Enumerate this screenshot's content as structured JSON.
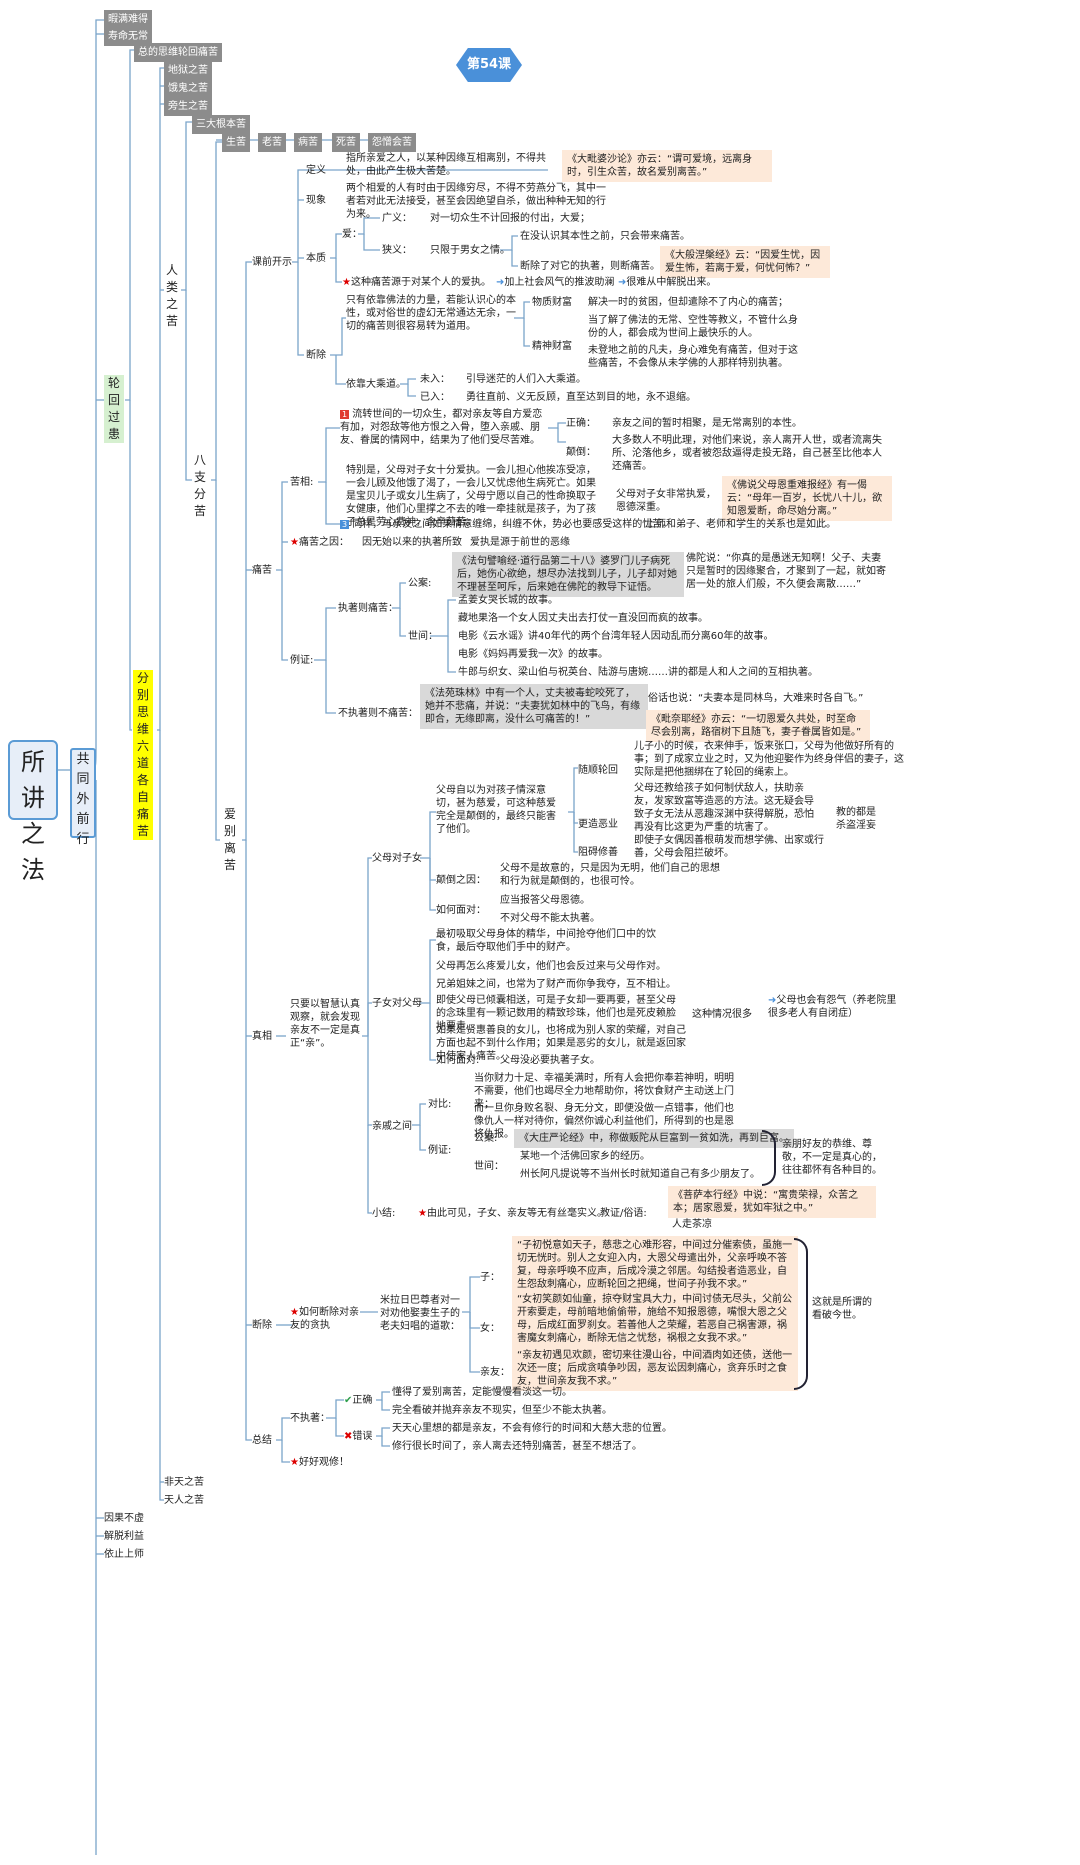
{
  "root": "所讲之法",
  "root2": "共同外前行",
  "lesson": "第54课",
  "top_items": [
    "暇满难得",
    "寿命无常"
  ],
  "bottom_items": [
    "因果不虚",
    "解脱利益",
    "依止上师"
  ],
  "lun_hui": "轮回过患",
  "general": "总的思维轮回痛苦",
  "sub_realms": [
    "地狱之苦",
    "饿鬼之苦",
    "旁生之苦"
  ],
  "fenbie": "分别思维六道各自痛苦",
  "renlei": "人类之苦",
  "sangen": "三大根本苦",
  "bazhi": "八支分苦",
  "other_realms": [
    "非天之苦",
    "天人之苦"
  ],
  "tabs": [
    "生苦",
    "老苦",
    "病苦",
    "死苦",
    "怨憎会苦"
  ],
  "aibie": "爱别离苦",
  "sections": {
    "intro": "课前开示",
    "pain": "痛苦",
    "truth": "真相",
    "cut": "断除",
    "summary": "总结"
  },
  "intro": {
    "def": "定义",
    "def_text": "指所亲爱之人，以某种因缘互相离别，不得共处，由此产生极大苦楚。",
    "def_quote": "《大毗婆沙论》亦云：“谓可爱境，远离身时，引生众苦，故名爱别离苦。”",
    "phen": "现象",
    "phen_text": "两个相爱的人有时由于因缘穷尽，不得不劳燕分飞，其中一者若对此无法接受，甚至会因绝望自杀，做出种种无知的行为来。",
    "essence": "本质",
    "love": "爱：",
    "broad": "广义：",
    "broad_text": "对一切众生不计回报的付出，大爱；",
    "narrow": "狭义：",
    "narrow_text": "只限于男女之情。",
    "narrow_a": "在没认识其本性之前，只会带来痛苦。",
    "narrow_b": "断除了对它的执著，则断痛苦。",
    "narrow_quote": "《大般涅槃经》云：“因爱生忧，因爱生怖，若离于爱，何忧何怖？”",
    "star_note": "这种痛苦源于对某个人的爱执。",
    "arrow1": "加上社会风气的推波助澜",
    "arrow2": "很难从中解脱出来。",
    "remove": "断除",
    "remove_text": "只有依靠佛法的力量，若能认识心的本性，或对俗世的虚幻无常通达无余，一切的痛苦则很容易转为道用。",
    "material": "物质财富",
    "material_text": "解决一时的贫困，但却遣除不了内心的痛苦；",
    "spiritual": "精神财富",
    "spiritual_a": "当了解了佛法的无常、空性等教义，不管什么身份的人，都会成为世间上最快乐的人。",
    "spiritual_b": "未登地之前的凡夫，身心难免有痛苦，但对于这些痛苦，不会像从未学佛的人那样特别执著。",
    "mahayana": "依靠大乘道。",
    "not_in": "未入：",
    "not_in_text": "引导迷茫的人们入大乘道。",
    "entered": "已入：",
    "entered_text": "勇往直前、义无反顾，直至达到目的地，永不退缩。"
  },
  "pain": {
    "kuxiang": "苦相:",
    "p1": "流转世间的一切众生，都对亲友等自方爱恋有加，对怨敌等他方恨之入骨，堕入亲戚、朋友、眷属的情网中，结果为了他们受尽苦难。",
    "correct": "正确：",
    "correct_text": "亲友之间的暂时相聚，是无常离别的本性。",
    "reverse": "颠倒：",
    "reverse_text": "大多数人不明此理，对他们来说，亲人离开人世，或者流离失所、沦落他乡，或者被怨敌逼得走投无路，自己甚至比他本人还痛苦。",
    "p2": "特别是，父母对子女十分爱执。一会儿担心他挨冻受凉，一会儿顾及他饿了渴了，一会儿又忧虑他生病死亡。如果是宝贝儿子或女儿生病了，父母宁愿以自己的性命换取子女健康，他们心里撑之不去的唯一牵挂就是孩子，为了孩子总是劳心费神，含辛茹苦。",
    "parents_kind": "父母对子女非常执爱，恩德深重。",
    "parents_quote": "《佛说父母恩重难报经》有一偈云：“母年一百岁，长忧八十儿，欲知恩爱断，命尽始分离。”",
    "p3": "同样，与亲友之间如果情意缠绵，纠缠不休，势必也要感受这样的忧苦。",
    "p3_b": "上师和弟子、老师和学生的关系也是如此。",
    "cause": "痛苦之因：",
    "cause_a": "因无始以来的执著所致",
    "cause_b": "爱执是源于前世的恶缘",
    "example": "例证:",
    "attached": "执著则痛苦：",
    "case": "公案:",
    "case_box": "《法句譬喻经·道行品第二十八》婆罗门儿子病死后，她伤心欲绝，想尽办法找到儿子，儿子却对她不理甚至呵斥，后来她在佛陀的教导下证悟。",
    "case_quote": "佛陀说：“你真的是愚迷无知啊！父子、夫妻只是暂时的因缘聚合，才聚到了一起，就如寄居一处的旅人们般，不久便会离散……”",
    "worldly": "世间：",
    "w1": "孟姜女哭长城的故事。",
    "w2": "藏地果洛一个女人因丈夫出去打仗一直没回而疯的故事。",
    "w3": "电影《云水谣》讲40年代的两个台湾年轻人因动乱而分离60年的故事。",
    "w4": "电影《妈妈再爱我一次》的故事。",
    "w5": "牛郎与织女、梁山伯与祝英台、陆游与唐婉……讲的都是人和人之间的互相执著。",
    "unattached": "不执著则不痛苦：",
    "un_box": "《法苑珠林》中有一个人，丈夫被毒蛇咬死了，她并不悲痛，并说：“夫妻犹如林中的飞鸟，有缘即合，无缘即离，没什么可痛苦的！”",
    "proverb": "俗话也说：“夫妻本是同林鸟，大难来时各自飞。”",
    "proverb_quote": "《毗奈耶经》亦云：“一切恩爱久共处，时至命尽会别离，路宿树下且随飞，妻子眷属皆如是。”"
  },
  "truth": {
    "lead": "只要以智慧认真观察，就会发现亲友不一定是真正“亲”。",
    "p2c": "父母对子女",
    "p2c_text": "父母自以为对孩子情深意切，甚为慈爱，可这种慈爱完全是颠倒的，最终只能害了他们。",
    "samsara": "随顺轮回",
    "samsara_text": "儿子小的时候，衣来伸手，饭来张口，父母为他做好所有的事；到了成家立业之时，又为他迎娶作为终身伴侣的妻子，这实际是把他捆绑在了轮回的绳索上。",
    "evil": "更造恶业",
    "evil_text": "父母还教给孩子如何制伏敌人，扶助亲友，发家致富等造恶的方法。这无疑会导致子女无法从恶趣深渊中获得解脱，恐怕再没有比这更为严重的坑害了。",
    "evil_b": "教的都是杀盗淫妄",
    "obstruct": "阻碍修善",
    "obstruct_text": "即使子女偶因善根萌发而想学佛、出家或行善，父母会阻拦破坏。",
    "cause_rev": "颠倒之因：",
    "cause_rev_text": "父母不是故意的，只是因为无明，他们自己的思想和行为就是颠倒的，也很可怜。",
    "face": "如何面对：",
    "face_a": "应当报答父母恩德。",
    "face_b": "不对父母不能太执著。",
    "c2p": "子女对父母",
    "c1": "最初吸取父母身体的精华，中间抢夺他们口中的饮食，最后夺取他们手中的财产。",
    "c2": "父母再怎么疼爱儿女，他们也会反过来与父母作对。",
    "c3": "兄弟姐妹之间，也常为了财产而你争我夺，互不相让。",
    "c4": "即使父母已倾囊相送，可是子女却一要再要，甚至父母的念珠里有一颗记数用的精致珍珠，他们也是死皮赖脸地要走。",
    "c4_note": "这种情况很多",
    "c4_quote": "父母也会有怨气（养老院里很多老人有自闭症）",
    "c5": "如果是贤惠善良的女儿，也将成为别人家的荣耀，对自己方面也起不到什么作用；如果是恶劣的女儿，就是返回家中使家人痛苦。",
    "c_face": "如何面对:",
    "c_face_text": "父母没必要执著子女。",
    "relatives": "亲戚之间",
    "contrast": "对比:",
    "con_a": "当你财力十足、幸福美满时，所有人会把你奉若神明，明明不需要，他们也竭尽全力地帮助你，将饮食财产主动送上门来；",
    "con_b": "而一旦你身败名裂、身无分文，即便没做一点错事，他们也像仇人一样对待你，偏然你诚心利益他们，所得到的也是恩将仇报。",
    "ex": "例证:",
    "ex_case": "公案:",
    "ex_case_box": "《大庄严论经》中，称做贩陀从巨富到一贫如洗，再到巨富。",
    "ex_world": "世间：",
    "ex_w1": "某地一个活佛回家乡的经历。",
    "ex_w2": "州长阿凡提说等不当州长时就知道自己有多少朋友了。",
    "ex_summary": "亲朋好友的恭维、尊敬，不一定是真心的，往往都怀有各种目的。",
    "small": "小结:",
    "small_text": "由此可见，子女、亲友等无有丝毫实义。",
    "teach": "教证/俗语:",
    "teach_quote": "《菩萨本行经》中说：“寓贵荣禄，众苦之本；居家恩爱，犹如牢狱之中。”",
    "teach_b": "人走茶凉"
  },
  "cut": {
    "how": "如何断除对亲友的贪执",
    "story": "米拉日巴尊者对一对劝他娶妻生子的老夫妇唱的道歌：",
    "son": "子：",
    "son_text": "“子初悦意如天子，慈悲之心难形容，中间过分催索债，虽施一切无恍时。别人之女迎入内，大恩父母遣出外，父亲呼唤不答复，母亲呼唤不应声，后成冷漠之邻居。勾结投者造恶业，自生怨敌刺痛心，应断轮回之把绳，世间子孙我不求。”",
    "daughter": "女：",
    "daughter_text": "“女初笑颜如仙童，掠夺财宝具大力，中间讨债无尽头，父前公开索要走，母前暗地偷偷带，施给不知报恩德，嘴恨大恩之父母，后成红面罗刹女。若善他人之荣耀，若恶自己祸害源，祸害魔女刺痛心，断除无信之忧愁，祸根之女我不求。”",
    "kin": "亲友：",
    "kin_text": "“亲友初遇见欢颜，密切来往漫山谷，中间酒肉如还债，送他一次还一度；后成贪嗔争吵因，恶友讼因刺痛心，贪弃乐时之食友，世间亲友我不求。”",
    "note": "这就是所谓的看破今世。"
  },
  "summary": {
    "no": "不执著：",
    "right": "正确",
    "right_a": "懂得了爱别离苦，定能慢慢看淡这一切。",
    "right_b": "完全看破并抛弃亲友不现实，但至少不能太执著。",
    "wrong": "错误",
    "wrong_a": "天天心里想的都是亲友，不会有修行的时间和大慈大悲的位置。",
    "wrong_b": "修行很长时间了，亲人离去还特别痛苦，甚至不想活了。",
    "observe": "好好观修！"
  },
  "colors": {
    "wire": "#7aa4c9",
    "gray": "#8c8c8c",
    "quote": "#fde9d9",
    "accent": "#4a90d9"
  }
}
